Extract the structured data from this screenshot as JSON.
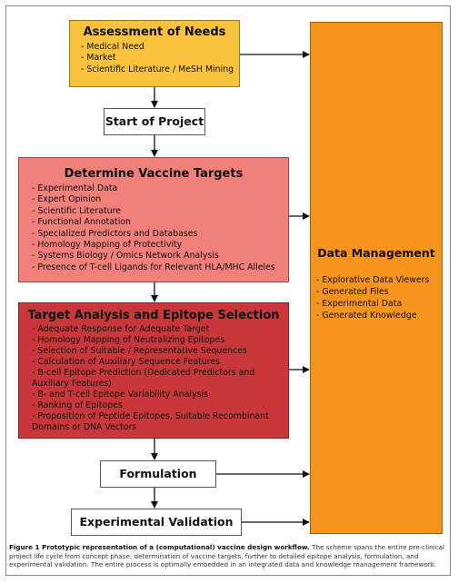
{
  "needs": {
    "title": "Assessment of Needs",
    "items": [
      "- Medical Need",
      "- Market",
      "- Scientific Literature / MeSH Mining"
    ]
  },
  "start": {
    "title": "Start of Project"
  },
  "targets": {
    "title": "Determine Vaccine Targets",
    "items": [
      "- Experimental Data",
      "- Expert Opinion",
      "- Scientific Literature",
      "- Functional Annotation",
      "- Specialized Predictors and Databases",
      "- Homology Mapping of Protectivity",
      "- Systems Biology / Omics Network Analysis",
      "- Presence of T-cell Ligands for Relevant HLA/MHC Alleles"
    ]
  },
  "analysis": {
    "title": "Target Analysis and Epitope Selection",
    "items": [
      "- Adequate Response for Adequate Target",
      "- Homology Mapping of Neutralizing Epitopes",
      "- Selection of Suitable / Representative Sequences",
      "- Calculation of Auxiliary Sequence Features",
      "- B-cell Epitope Prediction (Dedicated Predictors and Auxiliary Features)",
      "- B- and T-cell Epitope Variability Analysis",
      "- Ranking of Epitopes",
      "- Proposition of Peptide Epitopes, Suitable Recombinant Domains or DNA Vectors"
    ]
  },
  "formulation": {
    "title": "Formulation"
  },
  "validation": {
    "title": "Experimental Validation"
  },
  "datamgmt": {
    "title": "Data Management",
    "items": [
      "- Explorative Data Viewers",
      "- Generated Files",
      "- Experimental Data",
      "- Generated Knowledge"
    ]
  },
  "caption": {
    "label": "Figure 1 Prototypic representation of a (computational) vaccine design workflow.",
    "text": " The scheme spans the entire pre-clinical project life cycle from concept phase, determination of vaccine targets, further to detailed epitope analysis, formulation, and experimental validation. The entire process is optimally embedded in an integrated data and knowledge management framework."
  }
}
